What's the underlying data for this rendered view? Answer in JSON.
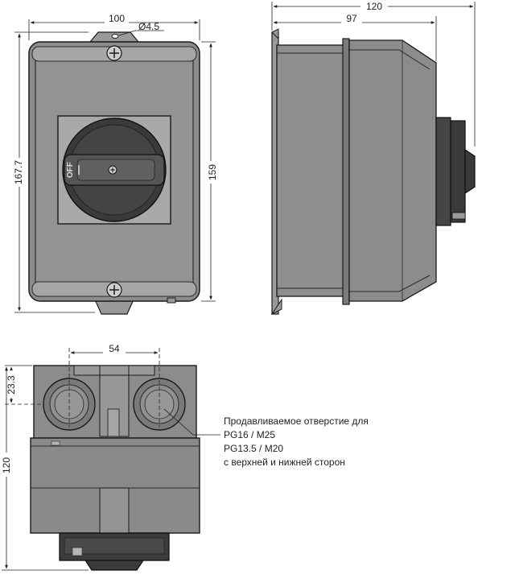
{
  "dimensions": {
    "front_width": "100",
    "hole_diameter": "Ø4.5",
    "front_height": "167.7",
    "front_inner_height": "159",
    "side_total": "120",
    "side_body": "97",
    "bottom_spacing": "54",
    "bottom_offset": "23.3",
    "bottom_height": "120"
  },
  "switch": {
    "off_label": "OFF"
  },
  "note": {
    "line1": "Продавливаемое отверстие для",
    "line2": "PG16 / M25",
    "line3": "PG13.5 / M20",
    "line4": "с верхней и нижней сторон"
  },
  "colors": {
    "body": "#8c8c8c",
    "body_dark": "#4a4a4a",
    "body_light": "#b4b4b4",
    "line": "#1a1a1a"
  }
}
